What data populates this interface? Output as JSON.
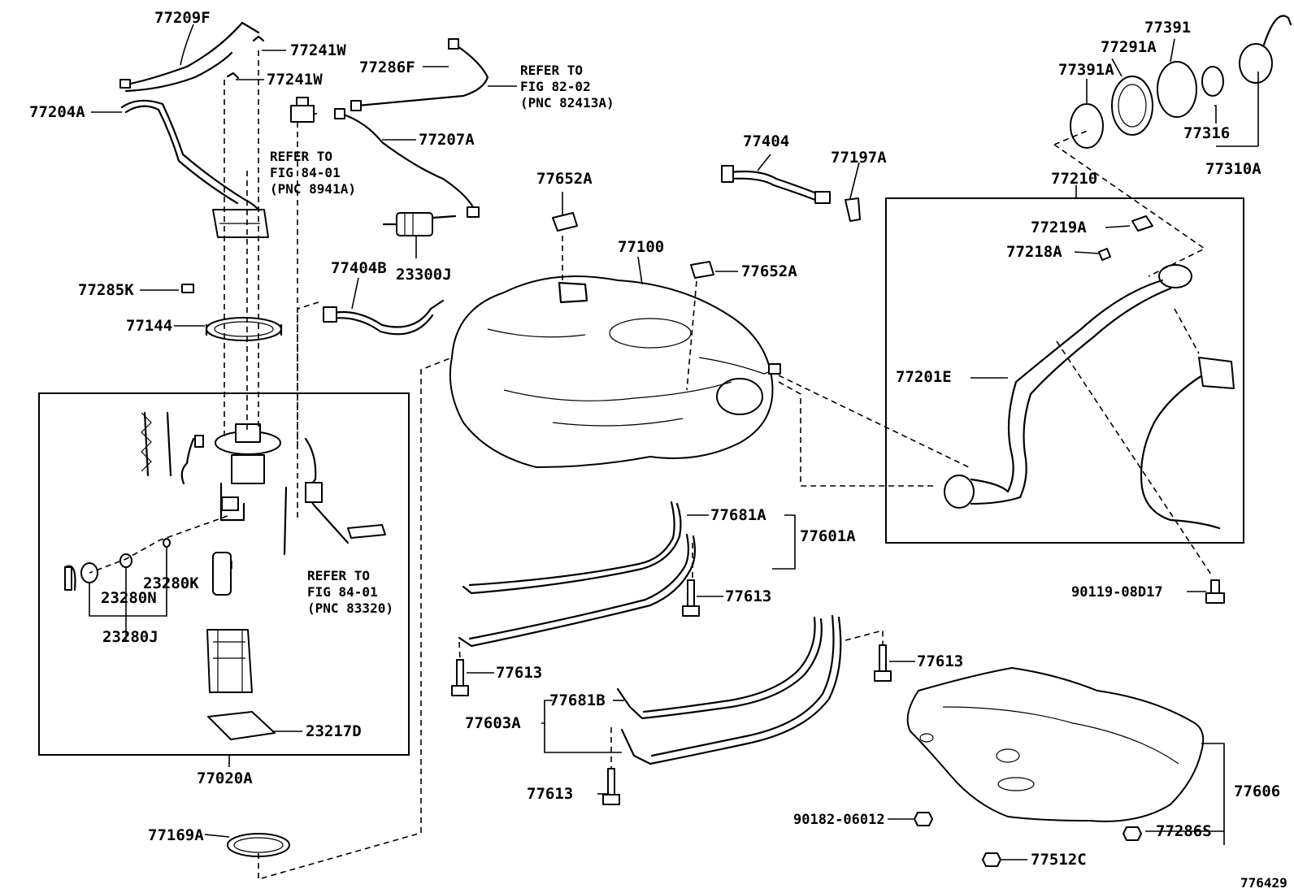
{
  "figure_number": "776429",
  "labels": {
    "p77209F": "77209F",
    "p77241W_a": "77241W",
    "p77241W_b": "77241W",
    "p77286F": "77286F",
    "p77204A": "77204A",
    "p77207A": "77207A",
    "p77285K": "77285K",
    "p77144": "77144",
    "p77404B": "77404B",
    "p23300J": "23300J",
    "p77652A_a": "77652A",
    "p77652A_b": "77652A",
    "p77100": "77100",
    "p77404": "77404",
    "p77197A": "77197A",
    "p77391": "77391",
    "p77291A": "77291A",
    "p77391A": "77391A",
    "p77316": "77316",
    "p77310A": "77310A",
    "p77210": "77210",
    "p77219A": "77219A",
    "p77218A": "77218A",
    "p77201E": "77201E",
    "p90119": "90119-08D17",
    "p77681A": "77681A",
    "p77601A": "77601A",
    "p77613_a": "77613",
    "p77613_b": "77613",
    "p77613_c": "77613",
    "p77613_d": "77613",
    "p77681B": "77681B",
    "p77603A": "77603A",
    "p77606": "77606",
    "p90182": "90182-06012",
    "p77286S": "77286S",
    "p77512C": "77512C",
    "p23280K": "23280K",
    "p23280N": "23280N",
    "p23280J": "23280J",
    "p23217D": "23217D",
    "p77020A": "77020A",
    "p77169A": "77169A"
  },
  "references": {
    "ref_82": [
      "REFER TO",
      "FIG 82-02",
      "(PNC 82413A)"
    ],
    "ref_84a": [
      "REFER TO",
      "FIG 84-01",
      "(PNC 8941A)"
    ],
    "ref_84b": [
      "REFER TO",
      "FIG 84-01",
      "(PNC 83320)"
    ]
  }
}
